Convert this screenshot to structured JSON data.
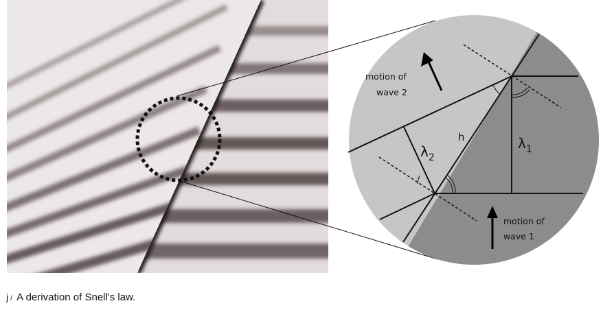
{
  "figure": {
    "caption_letter": "j",
    "caption_separator": "/",
    "caption_text": "A derivation of Snell's law.",
    "labels": {
      "wave2_line1": "motion of",
      "wave2_line2": "wave 2",
      "wave1_line1": "motion of",
      "wave1_line2": "wave 1",
      "hypotenuse": "h",
      "lambda1": "λ",
      "lambda1_sub": "1",
      "lambda2": "λ",
      "lambda2_sub": "2"
    },
    "colors": {
      "medium2": "#c6c6c6",
      "medium1": "#8c8c8c"
    }
  }
}
